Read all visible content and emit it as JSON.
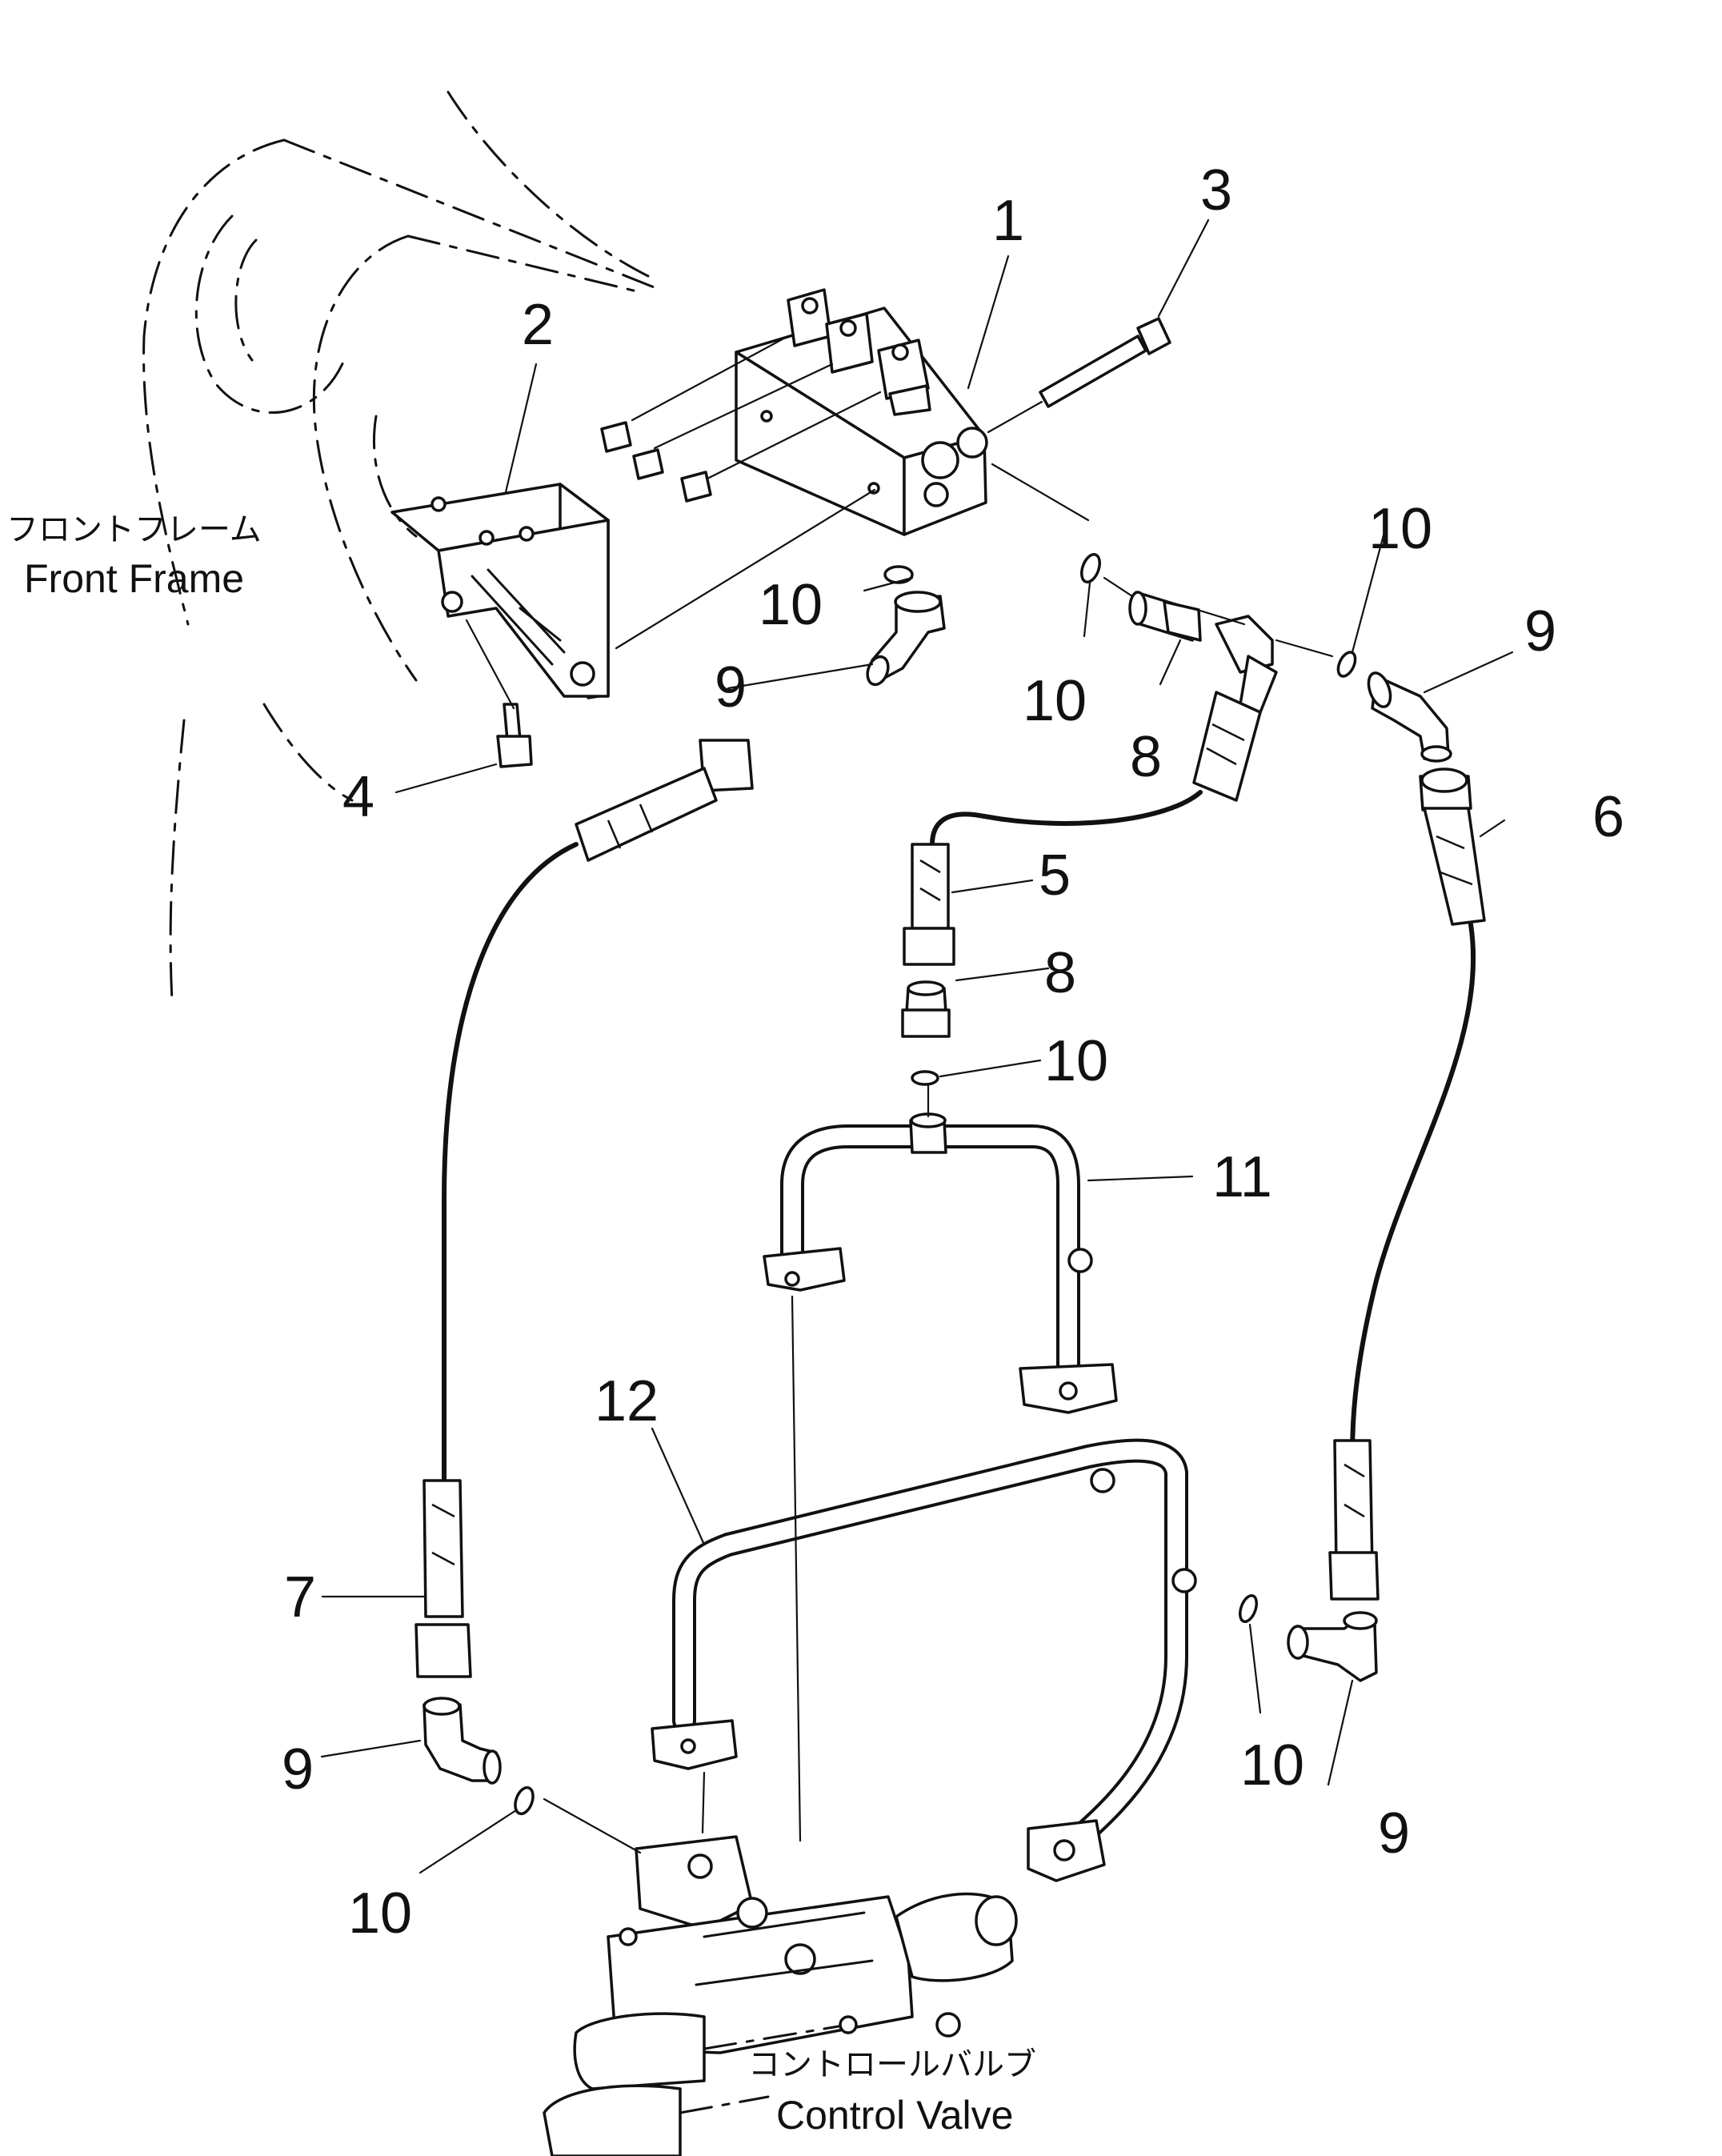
{
  "callouts": {
    "c1": "1",
    "c2": "2",
    "c3": "3",
    "c4": "4",
    "c5": "5",
    "c6": "6",
    "c7": "7",
    "c8a": "8",
    "c8b": "8",
    "c9a": "9",
    "c9b": "9",
    "c9c": "9",
    "c9d": "9",
    "c10a": "10",
    "c10b": "10",
    "c10c": "10",
    "c10d": "10",
    "c10e": "10",
    "c10f": "10",
    "c11": "11",
    "c12": "12"
  },
  "labels": {
    "front_frame_jp": "フロントフレーム",
    "front_frame_en": "Front Frame",
    "control_valve_jp": "コントロールバルブ",
    "control_valve_en": "Control Valve"
  }
}
